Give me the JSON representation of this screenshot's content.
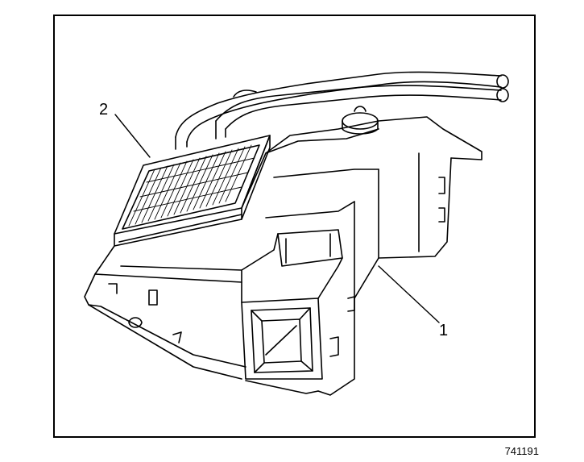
{
  "callouts": {
    "heater_core": "2",
    "heater_case": "1"
  },
  "figure_number": "741191",
  "colors": {
    "ink": "#000000",
    "paper": "#ffffff"
  }
}
